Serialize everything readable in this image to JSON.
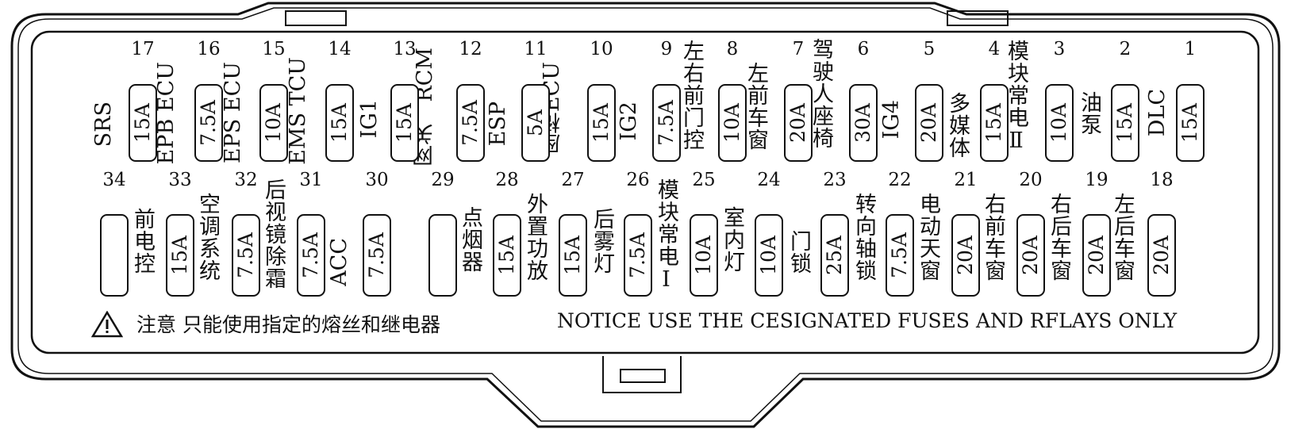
{
  "fuses": [
    {
      "no": "1",
      "amp": "15A",
      "label": "DLC",
      "lang": "en"
    },
    {
      "no": "2",
      "amp": "15A",
      "label": "油泵",
      "lang": "zh"
    },
    {
      "no": "3",
      "amp": "10A",
      "label": "模块常电Ⅱ",
      "lang": "zh"
    },
    {
      "no": "4",
      "amp": "15A",
      "label": "多媒体",
      "lang": "zh"
    },
    {
      "no": "5",
      "amp": "20A",
      "label": "IG4",
      "lang": "en"
    },
    {
      "no": "6",
      "amp": "30A",
      "label": "驾驶人座椅",
      "lang": "zh"
    },
    {
      "no": "7",
      "amp": "20A",
      "label": "左前车窗",
      "lang": "zh"
    },
    {
      "no": "8",
      "amp": "10A",
      "label": "左右前门控",
      "lang": "zh"
    },
    {
      "no": "9",
      "amp": "7.5A",
      "label": "IG2",
      "lang": "en"
    },
    {
      "no": "10",
      "amp": "15A",
      "label": "座椅ECU",
      "lang": "mix"
    },
    {
      "no": "11",
      "amp": "5A",
      "label": "ESP",
      "lang": "en"
    },
    {
      "no": "12",
      "amp": "7.5A",
      "label": "网关、RCM",
      "lang": "mix"
    },
    {
      "no": "13",
      "amp": "15A",
      "label": "IG1",
      "lang": "en"
    },
    {
      "no": "14",
      "amp": "15A",
      "label": "EMS TCU",
      "lang": "en"
    },
    {
      "no": "15",
      "amp": "10A",
      "label": "EPS ECU",
      "lang": "en"
    },
    {
      "no": "16",
      "amp": "7.5A",
      "label": "EPB ECU",
      "lang": "en"
    },
    {
      "no": "17",
      "amp": "15A",
      "label": "SRS",
      "lang": "en"
    },
    {
      "no": "18",
      "amp": "20A",
      "label": "左后车窗",
      "lang": "zh"
    },
    {
      "no": "19",
      "amp": "20A",
      "label": "右后车窗",
      "lang": "zh"
    },
    {
      "no": "20",
      "amp": "20A",
      "label": "右前车窗",
      "lang": "zh"
    },
    {
      "no": "21",
      "amp": "20A",
      "label": "电动天窗",
      "lang": "zh"
    },
    {
      "no": "22",
      "amp": "7.5A",
      "label": "转向轴锁",
      "lang": "zh"
    },
    {
      "no": "23",
      "amp": "25A",
      "label": "门锁",
      "lang": "zh"
    },
    {
      "no": "24",
      "amp": "10A",
      "label": "室内灯",
      "lang": "zh"
    },
    {
      "no": "25",
      "amp": "10A",
      "label": "模块常电Ⅰ",
      "lang": "zh"
    },
    {
      "no": "26",
      "amp": "7.5A",
      "label": "后雾灯",
      "lang": "zh"
    },
    {
      "no": "27",
      "amp": "15A",
      "label": "外置功放",
      "lang": "zh"
    },
    {
      "no": "28",
      "amp": "15A",
      "label": "点烟器",
      "lang": "zh"
    },
    {
      "no": "29",
      "amp": "",
      "label": "",
      "lang": "en"
    },
    {
      "no": "30",
      "amp": "7.5A",
      "label": "ACC",
      "lang": "en"
    },
    {
      "no": "31",
      "amp": "7.5A",
      "label": "后视镜除霜",
      "lang": "zh"
    },
    {
      "no": "32",
      "amp": "7.5A",
      "label": "空调系统",
      "lang": "zh"
    },
    {
      "no": "33",
      "amp": "15A",
      "label": "前电控",
      "lang": "zh"
    },
    {
      "no": "34",
      "amp": "",
      "label": "",
      "lang": "en"
    }
  ],
  "notice": {
    "zh": "注意  只能使用指定的熔丝和继电器",
    "en": "NOTICE USE THE CESIGNATED FUSES AND RFLAYS ONLY",
    "icon": "warning-triangle-icon"
  }
}
